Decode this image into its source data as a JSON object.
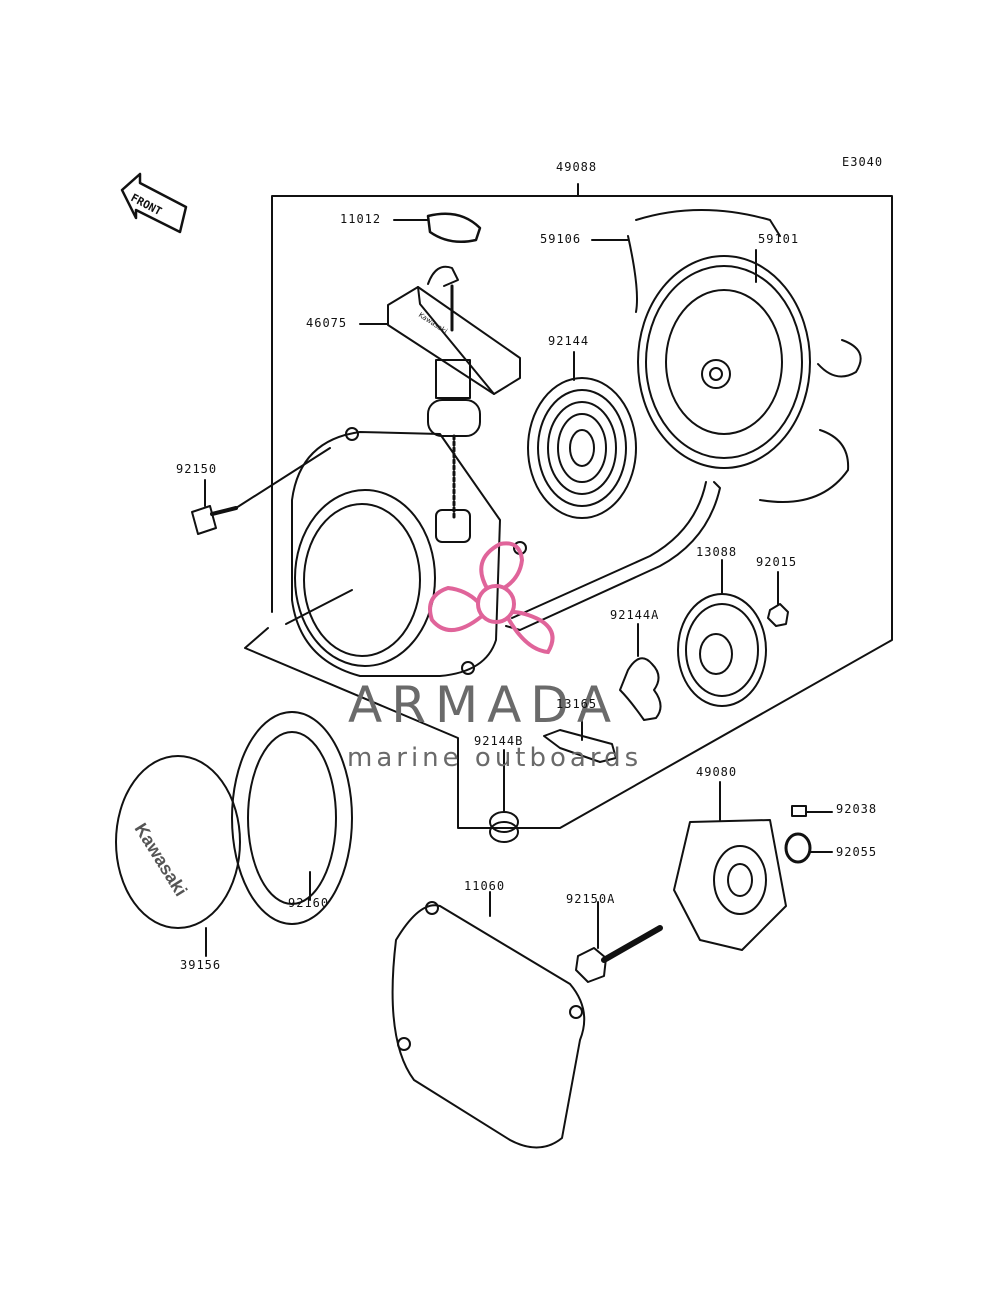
{
  "diagram": {
    "code": "E3040",
    "front_label": "FRONT",
    "parts": {
      "p49088": "49088",
      "p11012": "11012",
      "p46075": "46075",
      "p92150": "92150",
      "p59106": "59106",
      "p59101": "59101",
      "p92144": "92144",
      "p13088": "13088",
      "p92015": "92015",
      "p92144A": "92144A",
      "p13165": "13165",
      "p92144B": "92144B",
      "p49080": "49080",
      "p92038": "92038",
      "p92055": "92055",
      "p92160": "92160",
      "p39156": "39156",
      "p11060": "11060",
      "p92150A": "92150A"
    },
    "cover_brand": "Kawasaki",
    "handle_brand": "Kawasaki"
  },
  "watermark": {
    "title": "ARMADA",
    "subtitle": "marine outboards",
    "logo_color": "#e0649a",
    "text_color": "#6a6a6a"
  }
}
